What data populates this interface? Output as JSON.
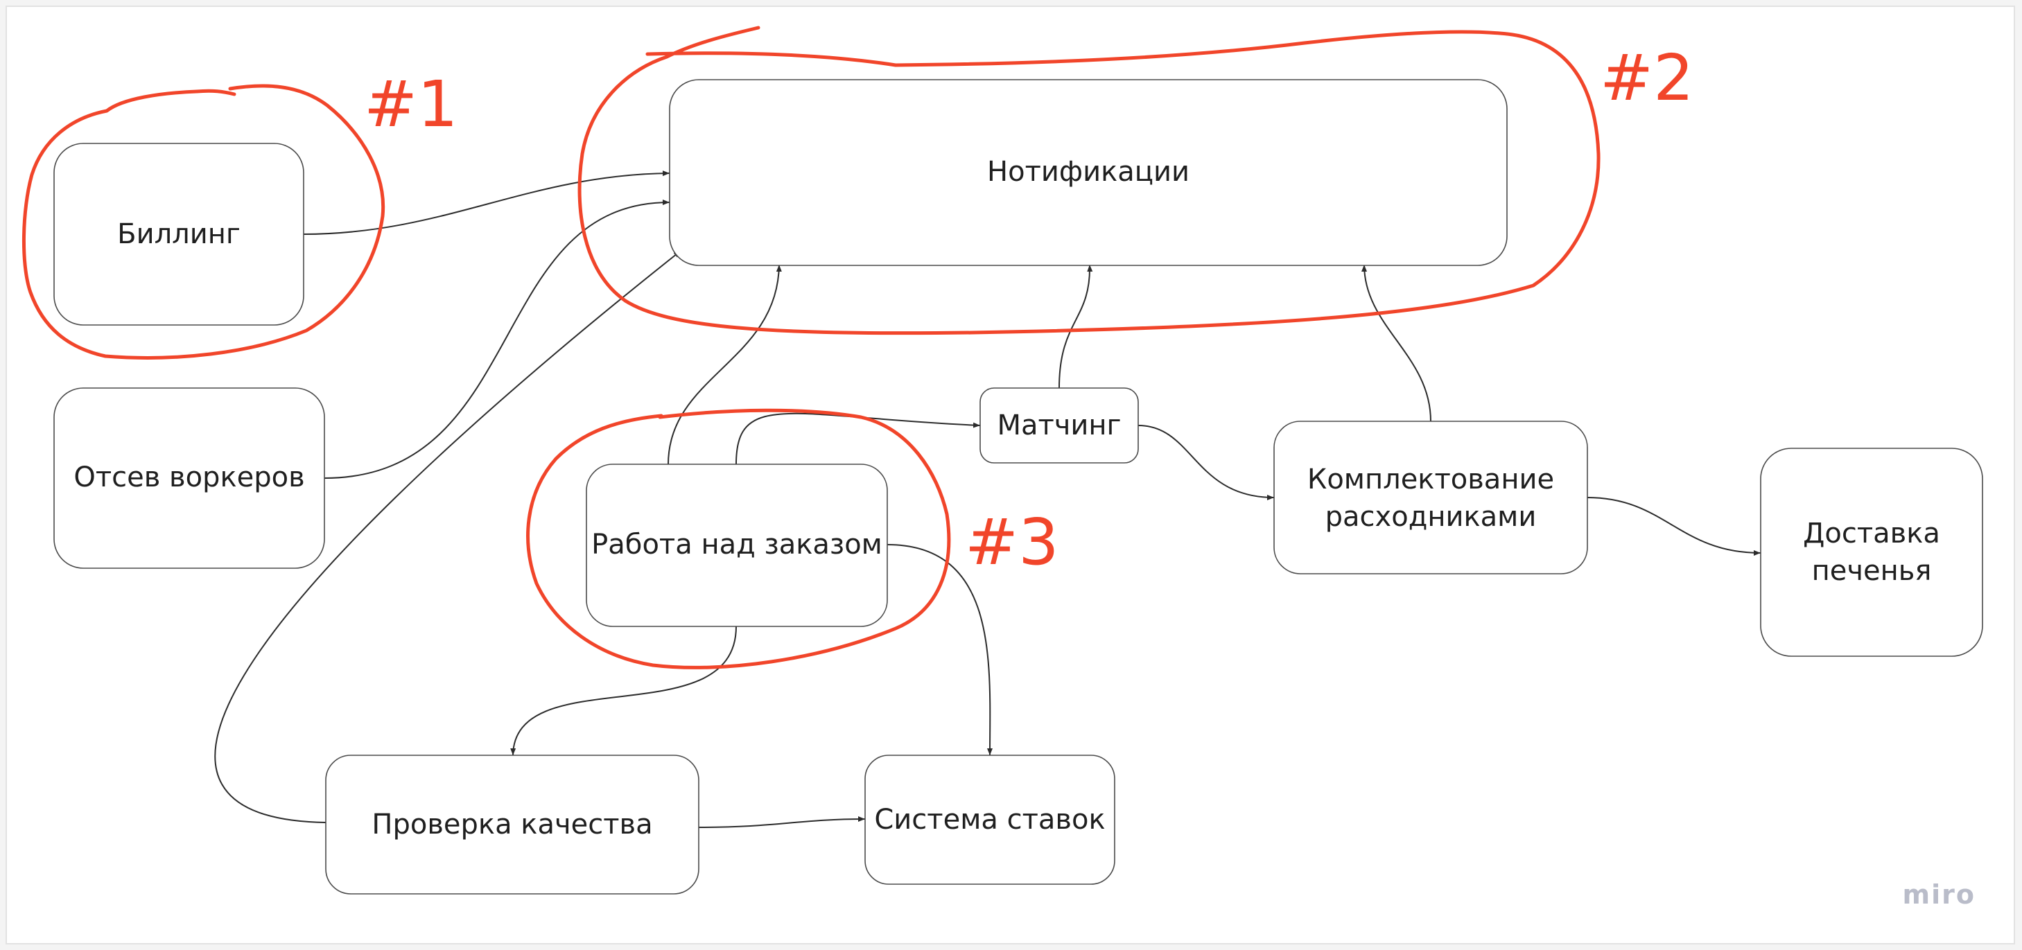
{
  "nodes": {
    "billing": {
      "label": "Биллинг"
    },
    "notifications": {
      "label": "Нотификации"
    },
    "worker_screening": {
      "label": "Отсев воркеров"
    },
    "matching": {
      "label": "Матчинг"
    },
    "order_work": {
      "label": "Работа над заказом"
    },
    "supplies": {
      "label_line1": "Комплектование",
      "label_line2": "расходниками"
    },
    "cookie_delivery": {
      "label_line1": "Доставка",
      "label_line2": "печенья"
    },
    "quality_check": {
      "label": "Проверка качества"
    },
    "bidding_system": {
      "label": "Система ставок"
    }
  },
  "annotations": {
    "group1": {
      "label": "#1"
    },
    "group2": {
      "label": "#2"
    },
    "group3": {
      "label": "#3"
    },
    "color": "#f1452a"
  },
  "brand": {
    "label": "miro",
    "color": "#b9bcc9"
  }
}
